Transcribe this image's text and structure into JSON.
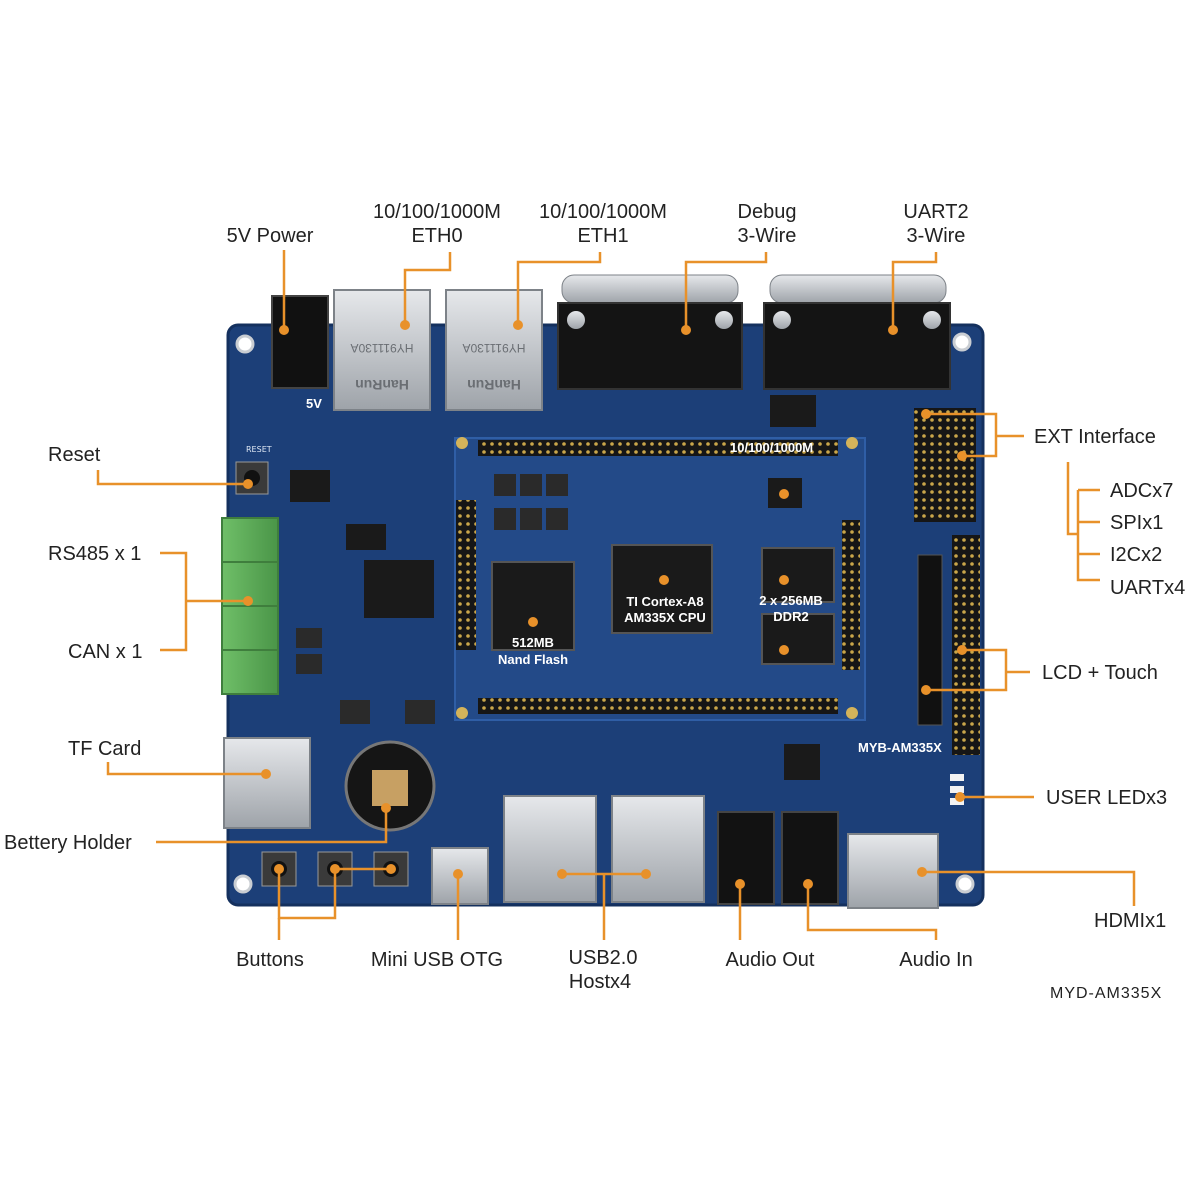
{
  "labels": {
    "power": "5V Power",
    "eth0_speed": "10/100/1000M",
    "eth0_name": "ETH0",
    "eth1_speed": "10/100/1000M",
    "eth1_name": "ETH1",
    "debug_l1": "Debug",
    "debug_l2": "3-Wire",
    "uart2_l1": "UART2",
    "uart2_l2": "3-Wire",
    "ext_interface": "EXT Interface",
    "adc": "ADCx7",
    "spi": "SPIx1",
    "i2c": "I2Cx2",
    "uart": "UARTx4",
    "reset": "Reset",
    "rs485": "RS485 x 1",
    "can": "CAN x 1",
    "lcd_touch": "LCD + Touch",
    "tf_card": "TF Card",
    "user_led": "USER LEDx3",
    "battery": "Bettery Holder",
    "hdmi": "HDMIx1",
    "buttons": "Buttons",
    "mini_usb": "Mini USB OTG",
    "usb_l1": "USB2.0",
    "usb_l2": "Hostx4",
    "audio_out": "Audio Out",
    "audio_in": "Audio In",
    "model": "MYD-AM335X"
  },
  "board": {
    "cpu_l1": "TI Cortex-A8",
    "cpu_l2": "AM335X CPU",
    "nand_l1": "512MB",
    "nand_l2": "Nand Flash",
    "ddr_l1": "2 x 256MB",
    "ddr_l2": "DDR2",
    "silk_header": "10/100/1000M",
    "silk_board": "MYB-AM335X",
    "silk_5v": "5V",
    "silk_reset": "RESET",
    "jack_brand": "HanRun",
    "jack_model": "HY911130A"
  },
  "colors": {
    "pcb": "#1c3f78",
    "pcb_edge": "#14305e",
    "leader": "#e8912a",
    "terminal": "#5faa5a",
    "metal": "#bfc3c8"
  }
}
